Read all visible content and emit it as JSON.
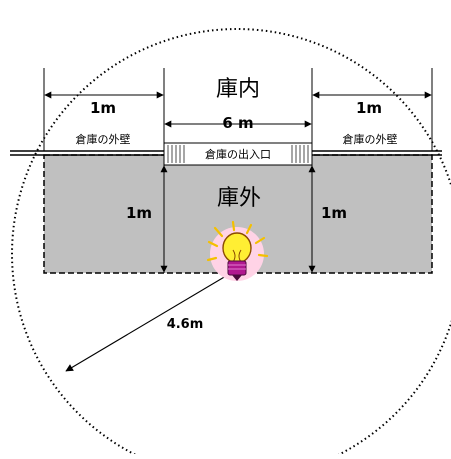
{
  "labels": {
    "inside": "庫内",
    "outside": "庫外",
    "inner_width": "6 m",
    "left_width": "1m",
    "right_width": "1m",
    "left_wall": "倉庫の外壁",
    "right_wall": "倉庫の外壁",
    "doorway": "倉庫の出入口",
    "left_depth": "1m",
    "right_depth": "1m",
    "radius": "4.6m"
  },
  "colors": {
    "zone_fill": "#c0c0c0",
    "line": "#000000",
    "bulb_glow": "#ffd3e6",
    "bulb_glass": "#ffee33",
    "bulb_base": "#b0188f"
  },
  "icons": {
    "light": "lightbulb-icon"
  }
}
